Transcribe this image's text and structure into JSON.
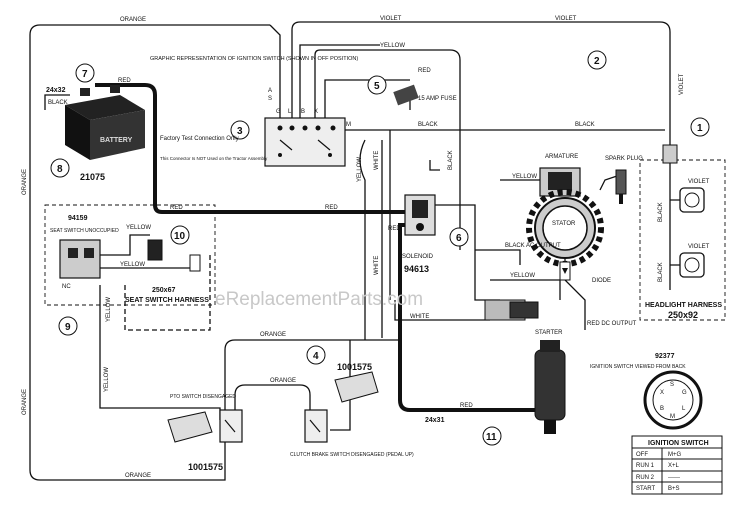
{
  "wire_labels": {
    "orange_top": "ORANGE",
    "violet_top": "VIOLET",
    "violet_top2": "VIOLET",
    "yellow_top": "YELLOW",
    "red_top": "RED",
    "red_battery": "RED",
    "black_battery": "BLACK",
    "orange_left": "ORANGE",
    "orange_left2": "ORANGE",
    "violet_right": "VIOLET",
    "black_mid": "BLACK",
    "black_right": "BLACK",
    "red_mid": "RED",
    "red_mid2": "RED",
    "yellow_seat": "YELLOW",
    "yellow_seat2": "YELLOW",
    "yellow_vert": "YELLOW",
    "yellow_vert2": "YELLOW",
    "yellow_center": "YELLOW",
    "white_vert": "WHITE",
    "white_vert2": "WHITE",
    "white_low": "WHITE",
    "yellow_arm": "YELLOW",
    "yellow_stator": "YELLOW",
    "black_sol": "BLACK",
    "orange_mid": "ORANGE",
    "orange_mid2": "ORANGE",
    "orange_bottom": "ORANGE",
    "red_bottom": "RED",
    "black_h1": "BLACK",
    "black_h2": "BLACK",
    "violet_h1": "VIOLET",
    "violet_h2": "VIOLET",
    "red_sol": "RED"
  },
  "callouts": [
    "1",
    "2",
    "3",
    "4",
    "5",
    "6",
    "7",
    "8",
    "9",
    "10",
    "11"
  ],
  "components": {
    "battery_size": "24x32",
    "battery_part": "21075",
    "battery_label": "BATTERY",
    "ignition_note": "GRAPHIC REPRESENTATION OF IGNITION SWITCH (SHOWN IN OFF POSITION)",
    "ignition_terms": [
      "G",
      "L",
      "B",
      "X",
      "M",
      "S"
    ],
    "ignition_term_a": "A",
    "fuse": "15 AMP FUSE",
    "factory_test": "Factory Test Connection Only",
    "factory_note": "This Connector Is NOT Used on the Tractor Assembly",
    "seat_switch_part": "94159",
    "seat_switch_label": "SEAT SWITCH UNOCCUPIED",
    "nc": "NC",
    "seat_harness_size": "250x67",
    "seat_harness": "SEAT SWITCH HARNESS",
    "solenoid_label": "SOLENOID",
    "solenoid_part": "94613",
    "armature": "ARMATURE",
    "spark_plug": "SPARK PLUG",
    "stator": "STATOR",
    "black_ac": "BLACK AC OUTPUT",
    "diode": "DIODE",
    "red_dc": "RED DC OUTPUT",
    "starter": "STARTER",
    "headlight_harness": "HEADLIGHT HARNESS",
    "headlight_size": "250x92",
    "pto_switch": "PTO SWITCH DISENGAGED",
    "pto_part": "1001575",
    "clutch_switch": "CLUTCH BRAKE SWITCH DISENGAGED (PEDAL UP)",
    "clutch_part": "1001575",
    "red_cable_size": "24x31",
    "ign_switch_part": "92377",
    "ign_switch_view": "IGNITION SWITCH VIEWED FROM BACK",
    "ign_pins": [
      "S",
      "G",
      "L",
      "B",
      "X",
      "M"
    ]
  },
  "ignition_table": {
    "title": "IGNITION SWITCH",
    "rows": [
      {
        "pos": "OFF",
        "conn": "M+G"
      },
      {
        "pos": "RUN 1",
        "conn": "X+L"
      },
      {
        "pos": "RUN 2",
        "conn": "------"
      },
      {
        "pos": "START",
        "conn": "B+S"
      }
    ]
  },
  "watermark": "eReplacementParts.com"
}
